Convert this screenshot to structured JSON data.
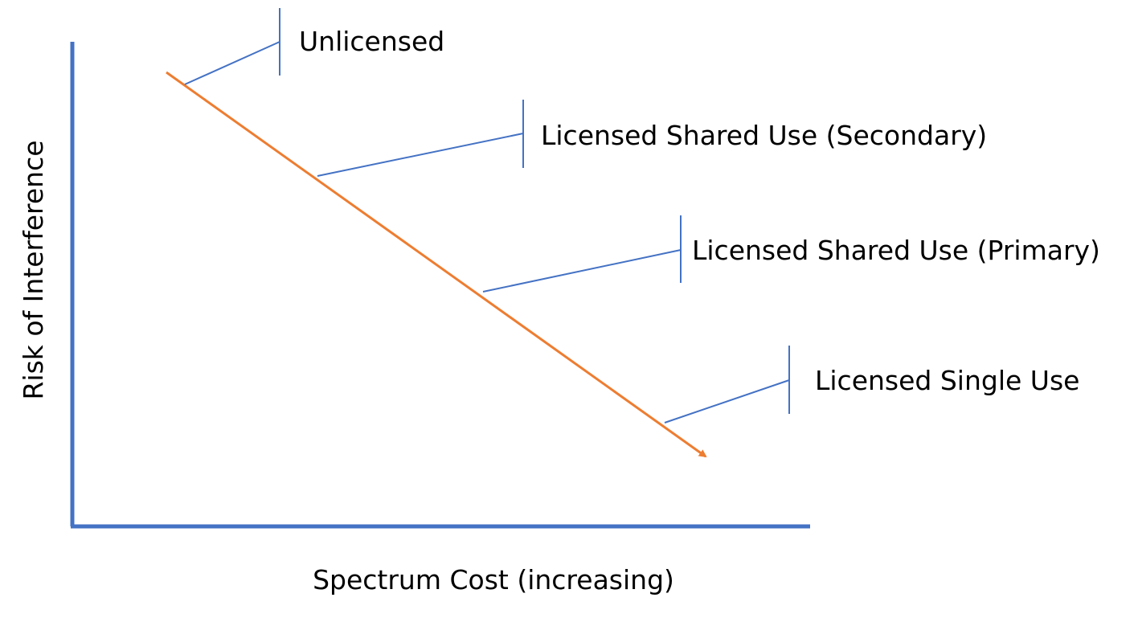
{
  "diagram": {
    "x_axis_label": "Spectrum Cost (increasing)",
    "y_axis_label": "Risk of Interference",
    "labels": [
      "Unlicensed",
      "Licensed Shared Use (Secondary)",
      "Licensed Shared Use (Primary)",
      "Licensed Single Use"
    ]
  },
  "colors": {
    "axis": "#4472C4",
    "trend_arrow": "#ED7D31",
    "callout": "#4472C4",
    "text": "#000000"
  }
}
